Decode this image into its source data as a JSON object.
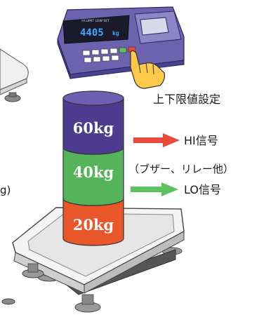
{
  "indicator": {
    "display_value": "4405",
    "display_unit": "kg",
    "small_label": "HI LIMIT LOW SET",
    "caption": "上下限値設定"
  },
  "weights": [
    {
      "label": "60kg",
      "color": "#4b3c8f"
    },
    {
      "label": "40kg",
      "color": "#55b45a"
    },
    {
      "label": "20kg",
      "color": "#e8562a"
    }
  ],
  "outputs": {
    "hi": {
      "label": "HI信号",
      "arrow_color": "#e8493a"
    },
    "note": "（ブザー、リレー他）",
    "lo": {
      "label": "LO信号",
      "arrow_color": "#5cc15e"
    }
  },
  "left_partial": {
    "fragment": "g)"
  }
}
